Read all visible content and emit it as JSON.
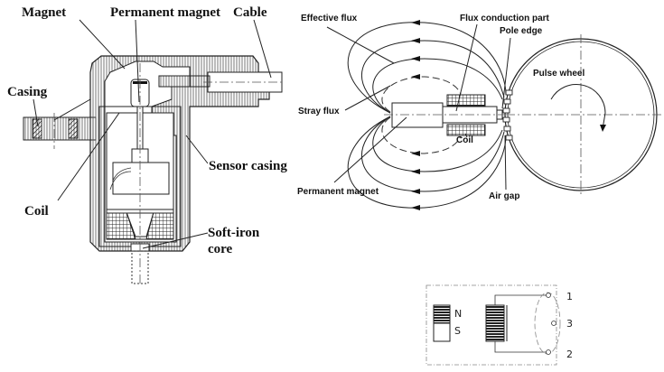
{
  "sensor_section": {
    "labels": {
      "magnet": "Magnet",
      "permanent_magnet": "Permanent magnet",
      "cable": "Cable",
      "casing": "Casing",
      "sensor_casing": "Sensor casing",
      "coil": "Coil",
      "soft_iron_core_line1": "Soft-iron",
      "soft_iron_core_line2": "core"
    }
  },
  "flux_diagram": {
    "labels": {
      "effective_flux": "Effective flux",
      "flux_conduction_part": "Flux conduction part",
      "pole_edge": "Pole edge",
      "pulse_wheel": "Pulse wheel",
      "stray_flux": "Stray flux",
      "coil": "Coil",
      "permanent_magnet": "Permanent magnet",
      "air_gap": "Air gap"
    }
  },
  "schematic": {
    "magnet_north": "N",
    "magnet_south": "S",
    "terminals": [
      "1",
      "3",
      "2"
    ]
  }
}
